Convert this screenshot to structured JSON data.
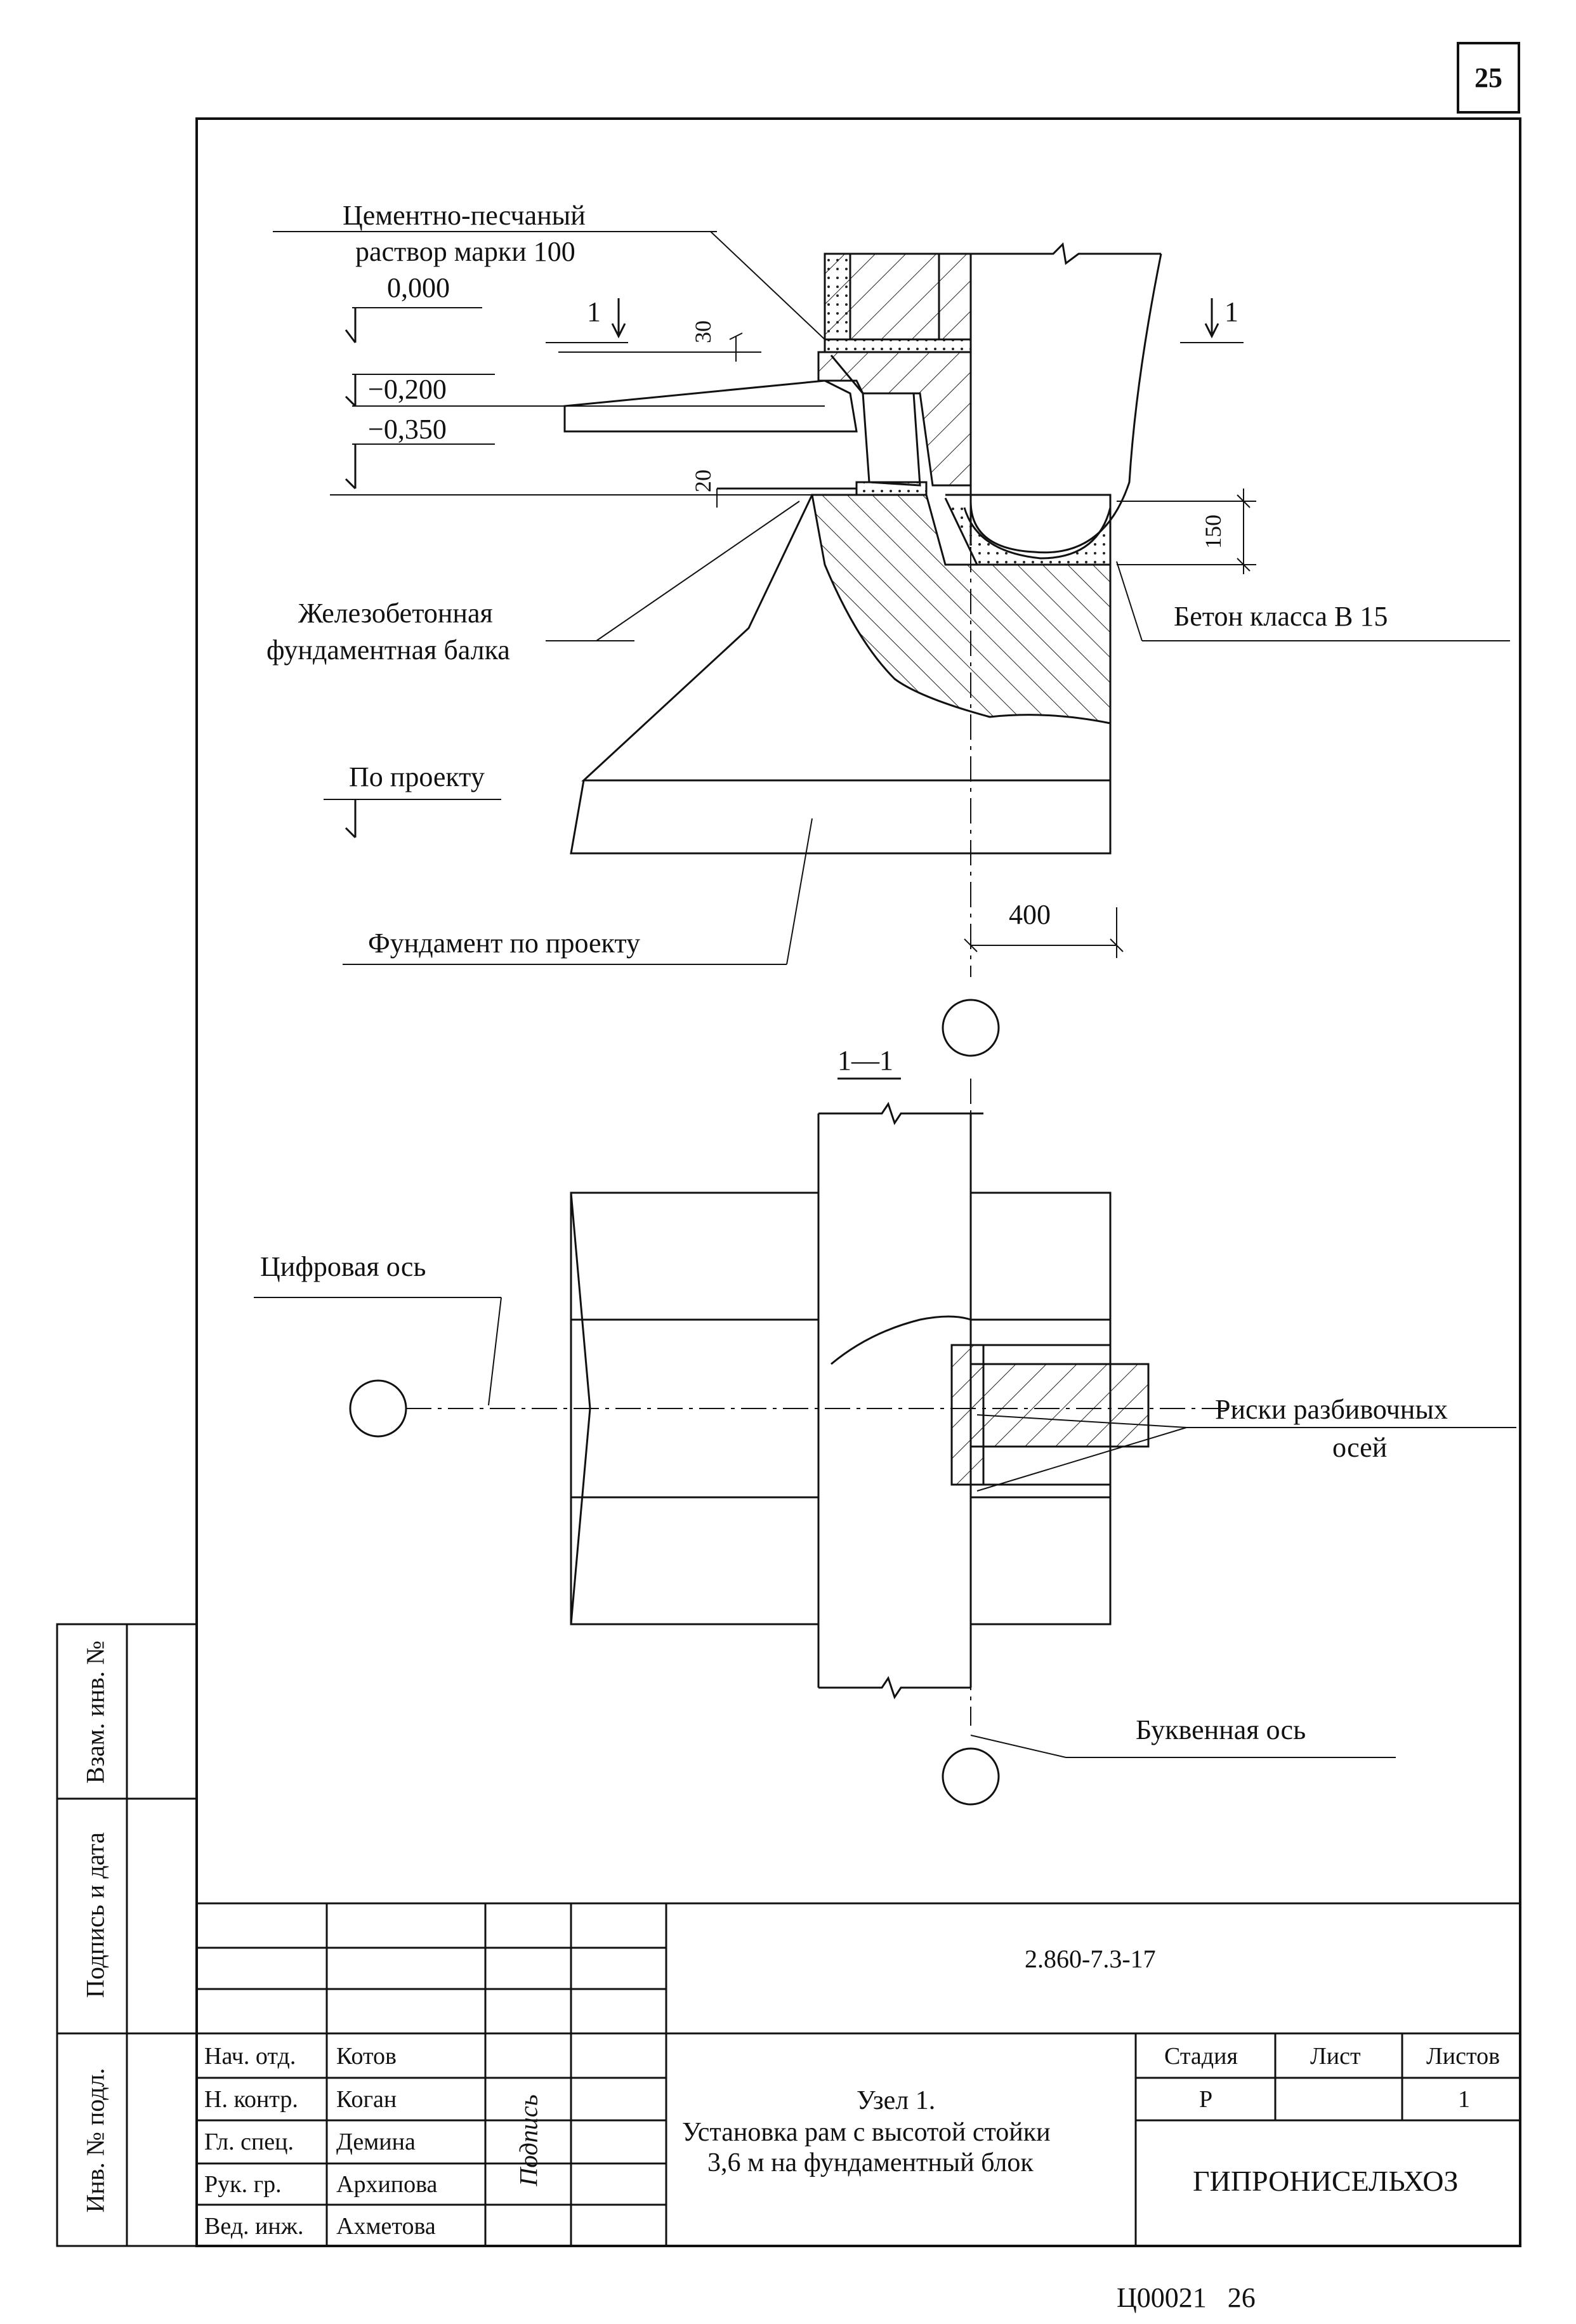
{
  "page_number": "25",
  "detail": {
    "label_mortar_1": "Цементно-песчаный",
    "label_mortar_2": "раствор марки 100",
    "level_0": "0,000",
    "level_200": "−0,200",
    "level_350": "−0,350",
    "dim_30": "30",
    "dim_20": "20",
    "dim_150": "150",
    "dim_400": "400",
    "section_mark_left": "1",
    "section_mark_right": "1",
    "label_beam_1": "Железобетонная",
    "label_beam_2": "фундаментная балка",
    "label_concrete": "Бетон класса В 15",
    "label_by_project": "По проекту",
    "label_foundation": "Фундамент по проекту"
  },
  "section": {
    "title": "1—1",
    "label_digital_axis": "Цифровая ось",
    "label_marks_1": "Риски разбивочных",
    "label_marks_2": "осей",
    "label_letter_axis": "Буквенная ось"
  },
  "side_stamp": {
    "vzam": "Взам. инв. №",
    "podpis": "Подпись и дата",
    "inv": "Инв. № подл."
  },
  "title_block": {
    "doc_code": "2.860-7.3-17",
    "sign_header": "Подпись",
    "people": [
      {
        "role": "Нач. отд.",
        "name": "Котов"
      },
      {
        "role": "Н. контр.",
        "name": "Коган"
      },
      {
        "role": "Гл. спец.",
        "name": "Демина"
      },
      {
        "role": "Рук. гр.",
        "name": "Архипова"
      },
      {
        "role": "Вед. инж.",
        "name": "Ахметова"
      }
    ],
    "title_1": "Узел 1.",
    "title_2": "Установка рам с высотой стойки",
    "title_3": "3,6 м на фундаментный блок",
    "stage_header": "Стадия",
    "sheet_header": "Лист",
    "sheets_header": "Листов",
    "stage": "Р",
    "sheet": "",
    "sheets": "1",
    "org": "ГИПРОНИСЕЛЬХОЗ"
  },
  "footer": "Ц00021   26"
}
